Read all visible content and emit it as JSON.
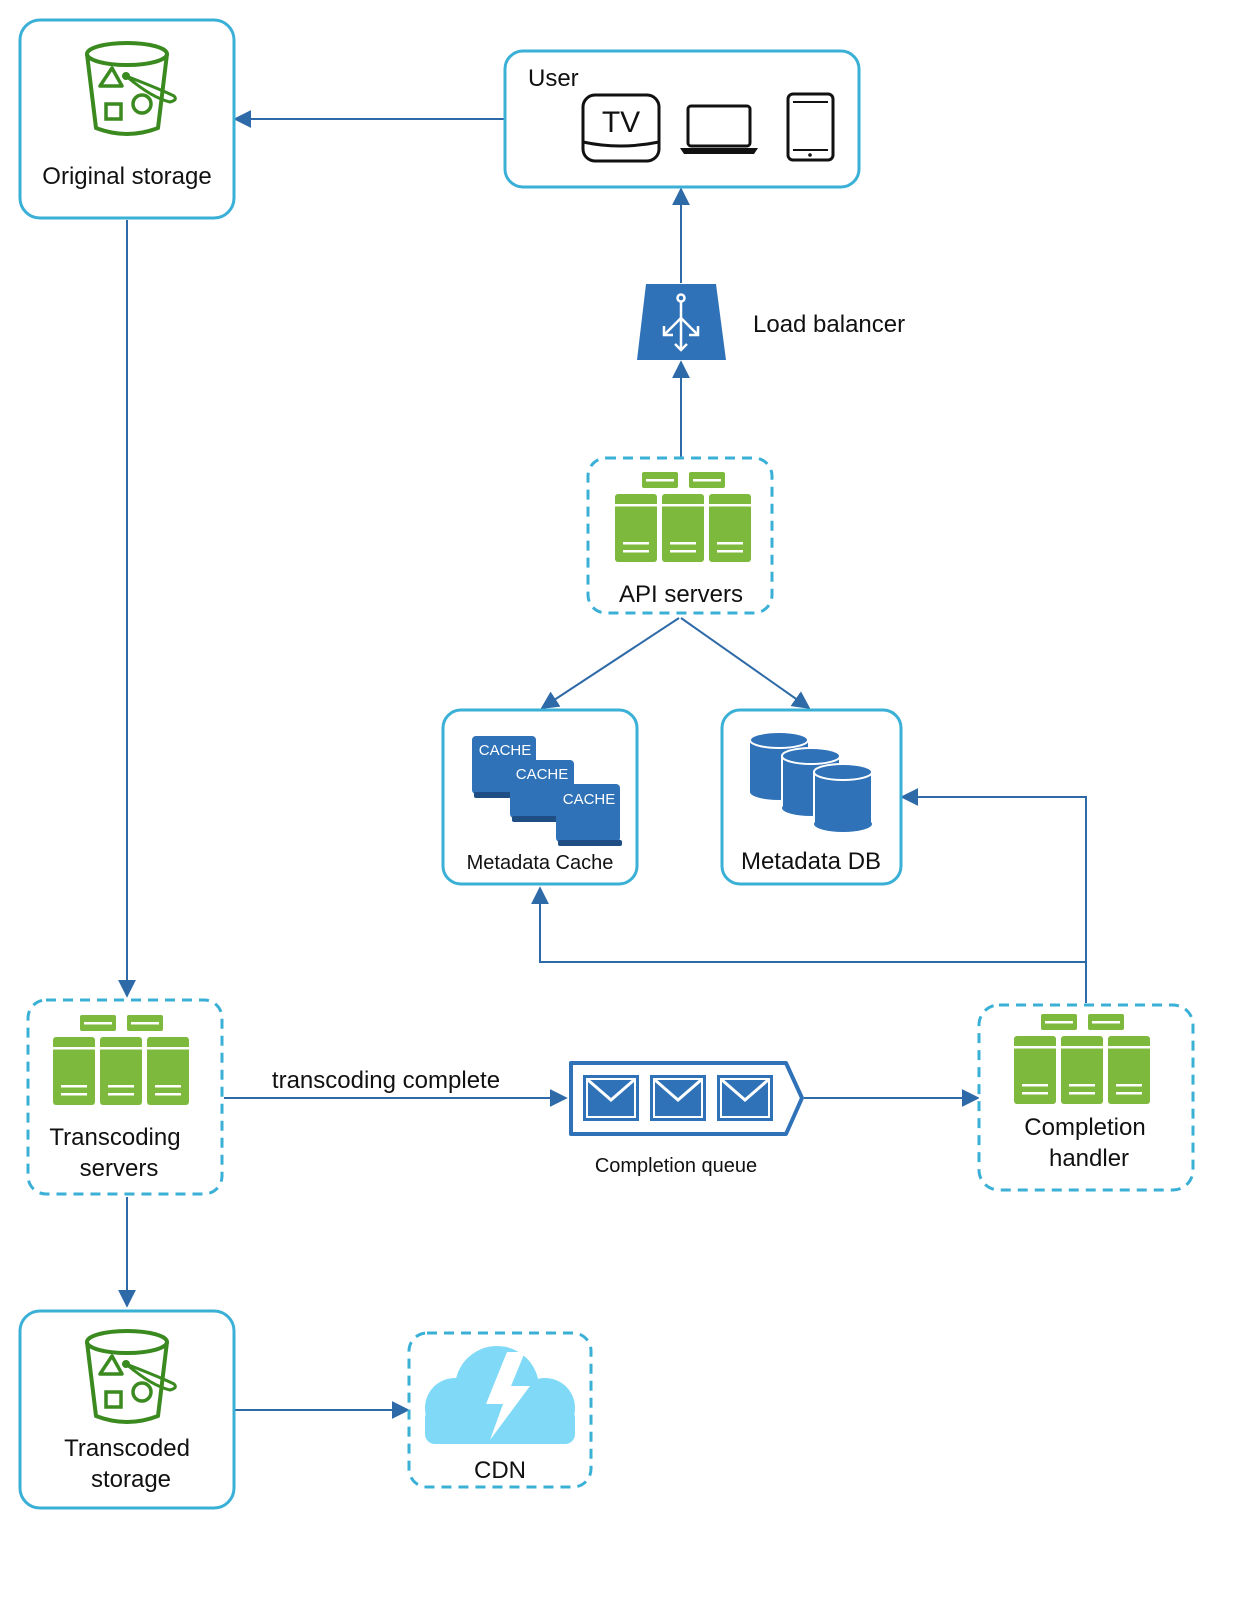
{
  "nodes": {
    "original_storage": {
      "label": "Original storage"
    },
    "user": {
      "label": "User",
      "tv_text": "TV"
    },
    "load_balancer": {
      "label": "Load balancer"
    },
    "api_servers": {
      "label": "API servers"
    },
    "metadata_cache": {
      "label": "Metadata Cache",
      "cache_text": "CACHE"
    },
    "metadata_db": {
      "label": "Metadata DB"
    },
    "transcoding_servers": {
      "label_line1": "Transcoding",
      "label_line2": "servers"
    },
    "completion_queue": {
      "label": "Completion queue"
    },
    "completion_handler": {
      "label_line1": "Completion",
      "label_line2": "handler"
    },
    "transcoded_storage": {
      "label_line1": "Transcoded",
      "label_line2": "storage"
    },
    "cdn": {
      "label": "CDN"
    }
  },
  "edges": {
    "transcoding_to_queue": {
      "label": "transcoding complete"
    }
  },
  "colors": {
    "box_border": "#3bb0d6",
    "arrow": "#2f6aa8",
    "server_green": "#7cb93d",
    "bucket_green": "#3a8a20",
    "aws_blue": "#2f72b8",
    "cdn_cloud": "#7fd9f7"
  }
}
